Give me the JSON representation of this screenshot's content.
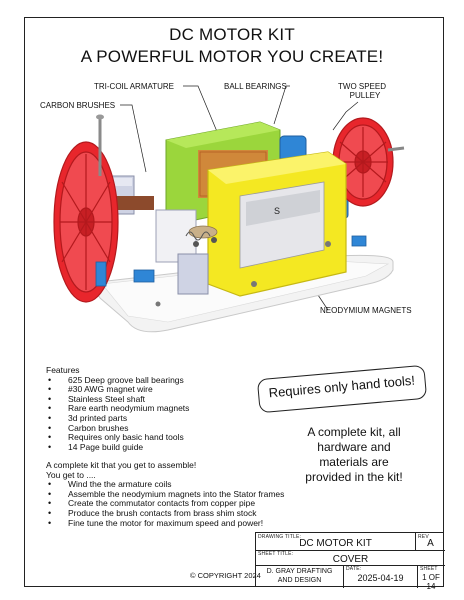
{
  "header": {
    "title_line1": "DC MOTOR KIT",
    "title_line2": "A POWERFUL MOTOR YOU CREATE!"
  },
  "callouts": {
    "tri_coil": "TRI-COIL ARMATURE",
    "ball_bearings": "BALL BEARINGS",
    "two_speed_1": "TWO SPEED",
    "two_speed_2": "PULLEY",
    "carbon_brushes": "CARBON BRUSHES",
    "neodymium": "NEODYMIUM MAGNETS",
    "pole_mark": "S"
  },
  "features": {
    "heading": "Features",
    "items": [
      "625 Deep groove ball bearings",
      "#30 AWG magnet wire",
      "Stainless Steel shaft",
      "Rare earth neodymium magnets",
      "3d printed parts",
      "Carbon brushes",
      "Requires only basic hand tools",
      "14 Page build guide"
    ]
  },
  "assemble": {
    "heading1": "A complete kit that you get to assemble!",
    "heading2": "You get to ....",
    "items": [
      "Wind the the armature coils",
      "Assemble the neodymium magnets into the Stator frames",
      "Create the commutator contacts from copper pipe",
      "Produce the brush contacts from brass shim stock",
      "Fine tune the motor for maximum speed and power!"
    ]
  },
  "stamp": {
    "text": "Requires only hand tools!"
  },
  "kit_note": {
    "line1": "A complete kit, all",
    "line2": "hardware and",
    "line3": "materials are",
    "line4": "provided in the kit!"
  },
  "title_block": {
    "drawing_title_label": "DRAWING TITLE:",
    "drawing_title": "DC MOTOR KIT",
    "rev_label": "REV",
    "rev": "A",
    "sheet_title_label": "SHEET TITLE:",
    "sheet_title": "COVER",
    "company1": "D. GRAY DRAFTING",
    "company2": "AND DESIGN",
    "date_label": "DATE:",
    "date": "2025-04-19",
    "sheet_label": "SHEET",
    "sheet": "1 OF 14"
  },
  "copyright": "© COPYRIGHT 2024",
  "colors": {
    "pulley_red": "#e8262c",
    "stator_yellow": "#f4e822",
    "armature_green": "#9bd63c",
    "bearing_blue": "#2f86d6",
    "base_white": "#f7f7f7",
    "brush_grey": "#8a8fa8"
  }
}
